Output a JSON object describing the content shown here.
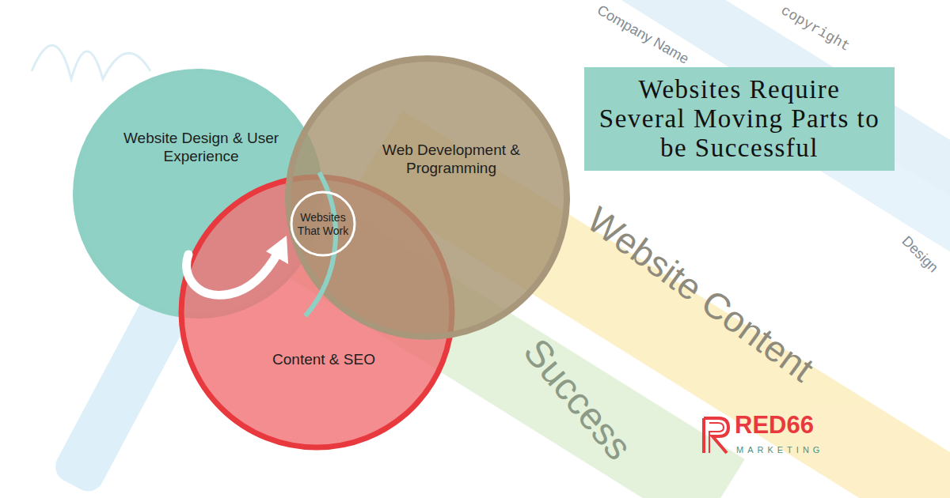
{
  "diagram": {
    "title": "Websites Require Several Moving Parts to be Successful",
    "nodes": [
      {
        "text": [
          "Website Design & User Experience"
        ]
      },
      {
        "text": [
          "Web Development & Programming"
        ]
      },
      {
        "text": [
          "Content & SEO"
        ]
      },
      {
        "text": [
          "Websites That Work"
        ]
      }
    ],
    "labels": [
      "Company Name",
      "copyright",
      "Website Content",
      "Success",
      "Design",
      "RED66",
      "MARKETING"
    ]
  }
}
